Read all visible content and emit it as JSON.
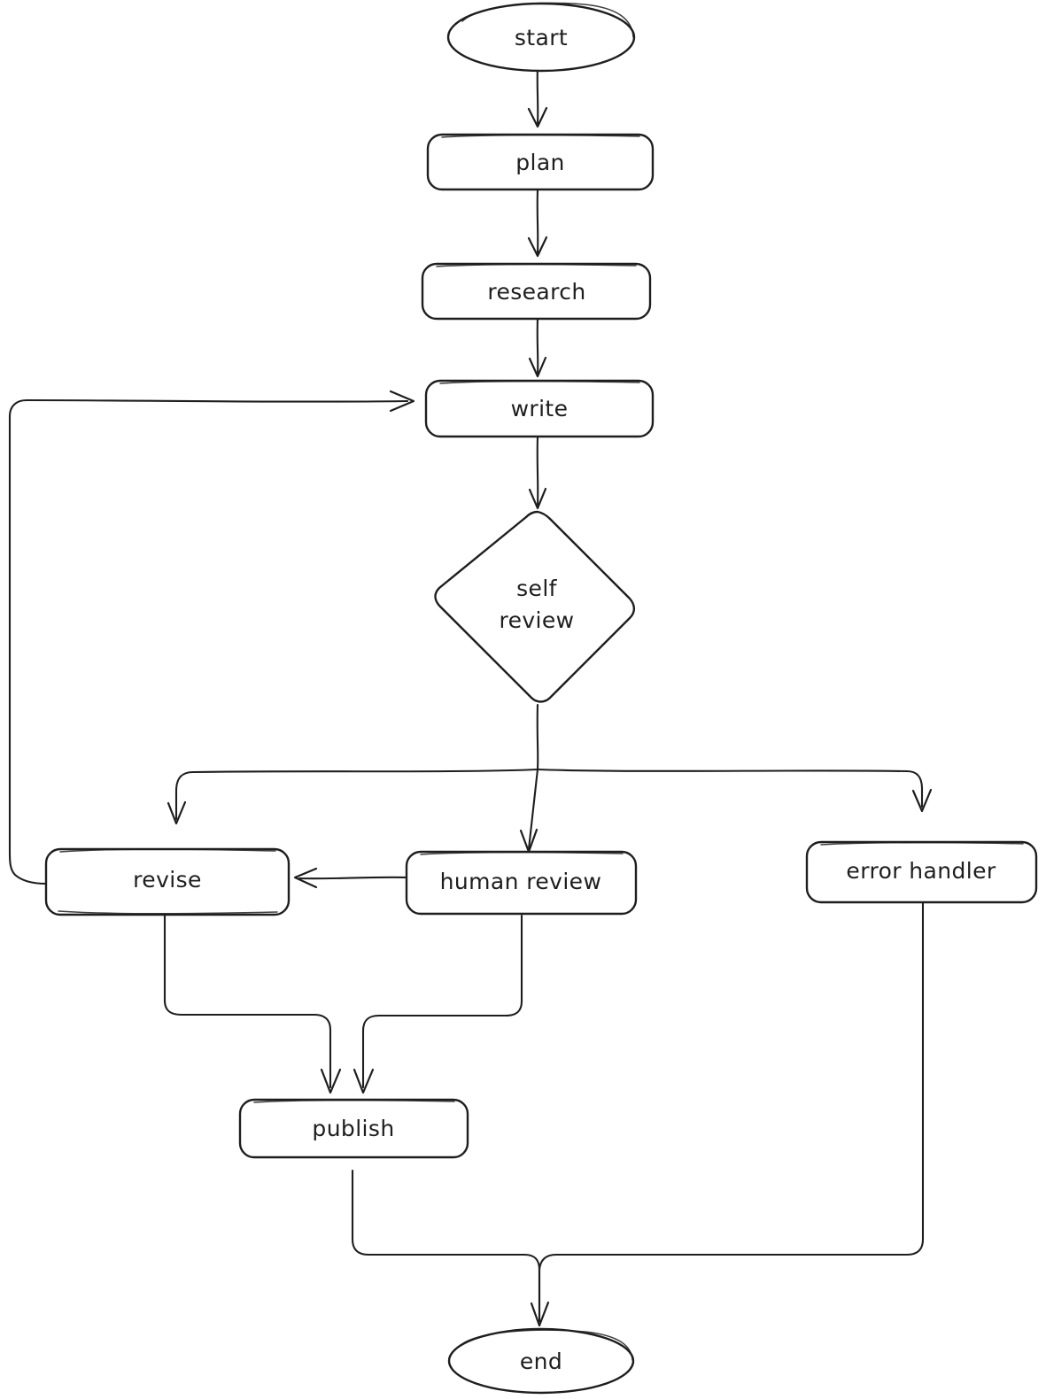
{
  "diagram": {
    "title": "content workflow flowchart",
    "style": "hand-drawn sketch",
    "background_color": "#ffffff",
    "stroke_color": "#1e1e1e",
    "nodes": [
      {
        "id": "start",
        "label": "start",
        "shape": "ellipse"
      },
      {
        "id": "plan",
        "label": "plan",
        "shape": "rounded-rect"
      },
      {
        "id": "research",
        "label": "research",
        "shape": "rounded-rect"
      },
      {
        "id": "write",
        "label": "write",
        "shape": "rounded-rect"
      },
      {
        "id": "self_review",
        "label": "self",
        "label2": "review",
        "shape": "diamond"
      },
      {
        "id": "revise",
        "label": "revise",
        "shape": "rounded-rect"
      },
      {
        "id": "human_review",
        "label": "human review",
        "shape": "rounded-rect"
      },
      {
        "id": "error_handler",
        "label": "error handler",
        "shape": "rounded-rect"
      },
      {
        "id": "publish",
        "label": "publish",
        "shape": "rounded-rect"
      },
      {
        "id": "end",
        "label": "end",
        "shape": "ellipse"
      }
    ],
    "edges": [
      {
        "from": "start",
        "to": "plan",
        "label": ""
      },
      {
        "from": "plan",
        "to": "research",
        "label": ""
      },
      {
        "from": "research",
        "to": "write",
        "label": ""
      },
      {
        "from": "write",
        "to": "self_review",
        "label": ""
      },
      {
        "from": "self_review",
        "to": "revise",
        "label": ""
      },
      {
        "from": "self_review",
        "to": "human_review",
        "label": ""
      },
      {
        "from": "self_review",
        "to": "error_handler",
        "label": ""
      },
      {
        "from": "human_review",
        "to": "revise",
        "label": ""
      },
      {
        "from": "revise",
        "to": "write",
        "label": ""
      },
      {
        "from": "revise",
        "to": "publish",
        "label": ""
      },
      {
        "from": "human_review",
        "to": "publish",
        "label": ""
      },
      {
        "from": "publish",
        "to": "end",
        "label": ""
      },
      {
        "from": "error_handler",
        "to": "end",
        "label": ""
      }
    ]
  }
}
